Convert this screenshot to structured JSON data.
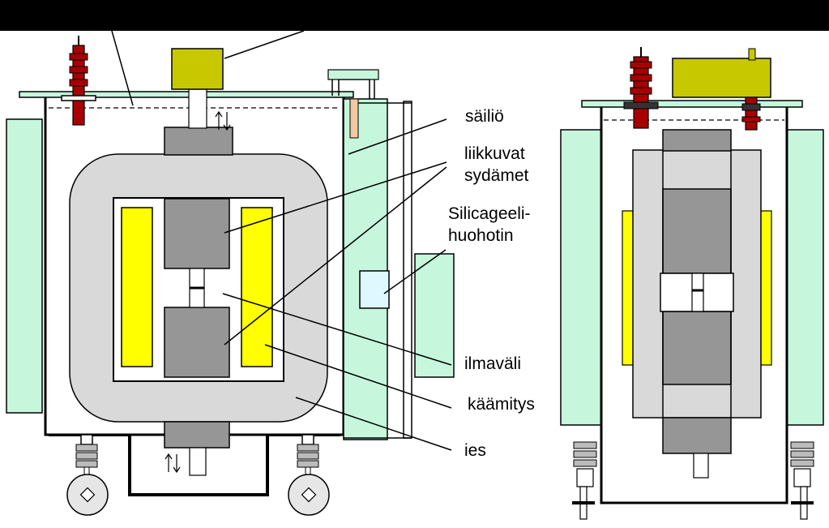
{
  "labels": {
    "tank": "säiliö",
    "moving_cores_line1": "liikkuvat",
    "moving_cores_line2": "sydämet",
    "breather_line1": "Silicageeli-",
    "breather_line2": "huohotin",
    "air_gap": "ilmaväli",
    "winding": "käämitys",
    "yoke": "ies"
  },
  "colors": {
    "top_bar": "#000000",
    "mint": "#c6f7dd",
    "mint_dark": "#b3f0d0",
    "yoke_grey": "#d9d9d9",
    "core_grey": "#969696",
    "winding_yellow": "#ffff00",
    "bushing_red": "#a80000",
    "conservator_olive": "#c8c800",
    "breather_blue": "#dff8ff",
    "tan": "#f2c9a0"
  }
}
